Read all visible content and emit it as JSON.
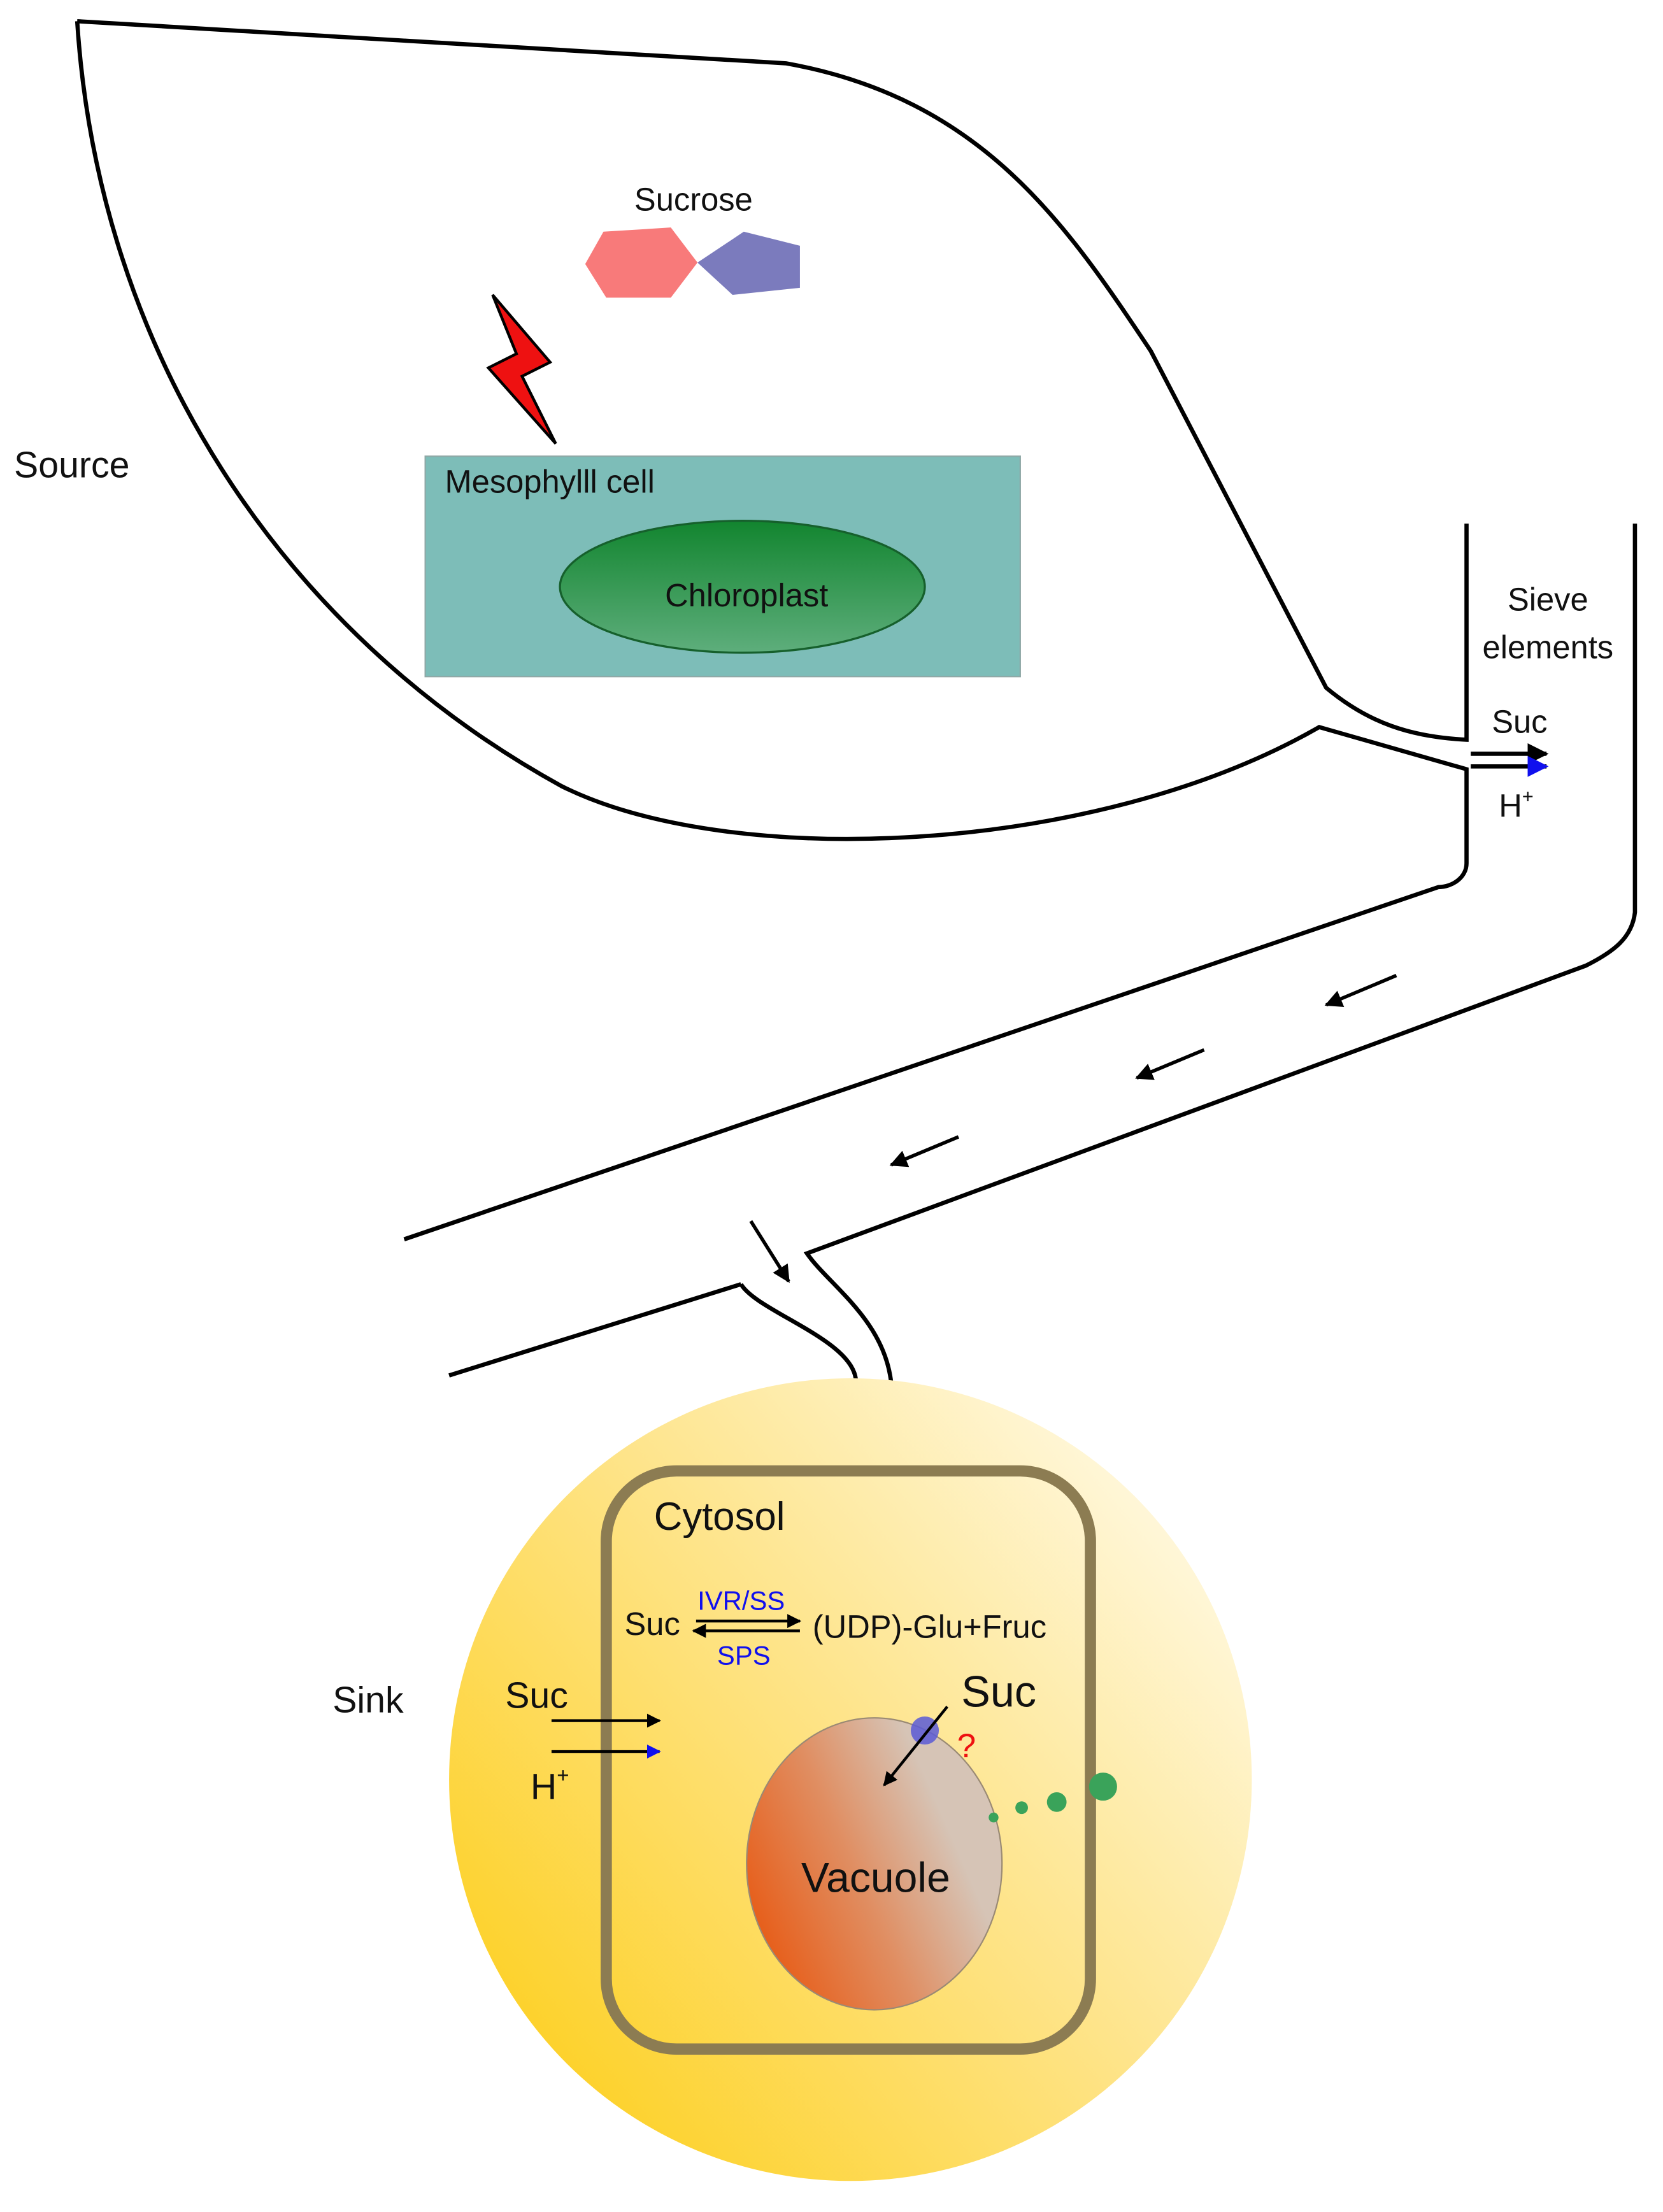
{
  "labels": {
    "source": "Source",
    "sink": "Sink",
    "sucrose": "Sucrose",
    "mesophyll": "Mesophylll cell",
    "chloroplast": "Chloroplast",
    "sieve_line1": "Sieve",
    "sieve_line2": "elements",
    "sieve_suc": "Suc",
    "sieve_h": "H",
    "sieve_h_sup": "+",
    "cytosol": "Cytosol",
    "reaction_left": "Suc",
    "reaction_right": "(UDP)-Glu+Fruc",
    "enzyme_forward": "IVR/SS",
    "enzyme_reverse": "SPS",
    "sink_suc": "Suc",
    "sink_h": "H",
    "sink_h_sup": "+",
    "vacuole_suc": "Suc",
    "question": "?",
    "vacuole": "Vacuole"
  },
  "colors": {
    "mesophyll": "#7dbdb8",
    "chloroplast_dark": "#12852f",
    "chloroplast_light": "#5eae7c",
    "glucose": "#f87a7a",
    "fructose": "#7b7bbd",
    "lightning": "#ee1111",
    "cell_yellow": "#fdd22a",
    "cell_light": "#fff8de",
    "cytosol_border": "#8c7c52",
    "vacuole_orange": "#e8560e",
    "vacuole_light": "#d6c4b6",
    "transporter": "#5b5bd6",
    "vesicle": "#3aa35a",
    "enzyme_text": "#1010ee"
  }
}
